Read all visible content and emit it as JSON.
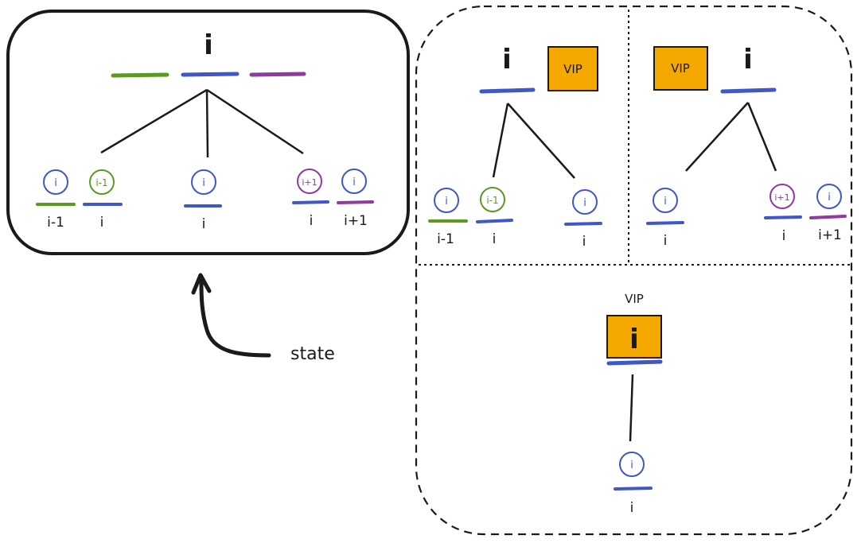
{
  "colors": {
    "ink": "#1a1a1a",
    "blue": "#3f57c8",
    "green": "#5a9a23",
    "purple": "#8e3a9e",
    "vip_fill": "#f5a800"
  },
  "state_panel": {
    "top_label": "i",
    "children": [
      {
        "circle": "i",
        "bar_color": "green",
        "label": "i-1"
      },
      {
        "circle": "i-1",
        "bar_color": "blue",
        "label": "i"
      },
      {
        "circle": "i",
        "bar_color": "blue",
        "label": "i"
      },
      {
        "circle": "i+1",
        "bar_color": "blue",
        "label": "i"
      },
      {
        "circle": "i",
        "bar_color": "purple",
        "label": "i+1"
      }
    ],
    "annotation": "state"
  },
  "case_left": {
    "top_label": "i",
    "vip": "VIP",
    "children": [
      {
        "circle": "i",
        "bar_color": "green",
        "label": "i-1"
      },
      {
        "circle": "i-1",
        "bar_color": "blue",
        "label": "i"
      },
      {
        "circle": "i",
        "bar_color": "blue",
        "label": "i"
      }
    ]
  },
  "case_right": {
    "top_label": "i",
    "vip": "VIP",
    "children": [
      {
        "circle": "i",
        "bar_color": "blue",
        "label": "i"
      },
      {
        "circle": "i+1",
        "bar_color": "blue",
        "label": "i"
      },
      {
        "circle": "i",
        "bar_color": "purple",
        "label": "i+1"
      }
    ]
  },
  "case_bottom": {
    "vip_caption": "VIP",
    "top_label": "i",
    "child": {
      "circle": "i",
      "bar_color": "blue",
      "label": "i"
    }
  }
}
